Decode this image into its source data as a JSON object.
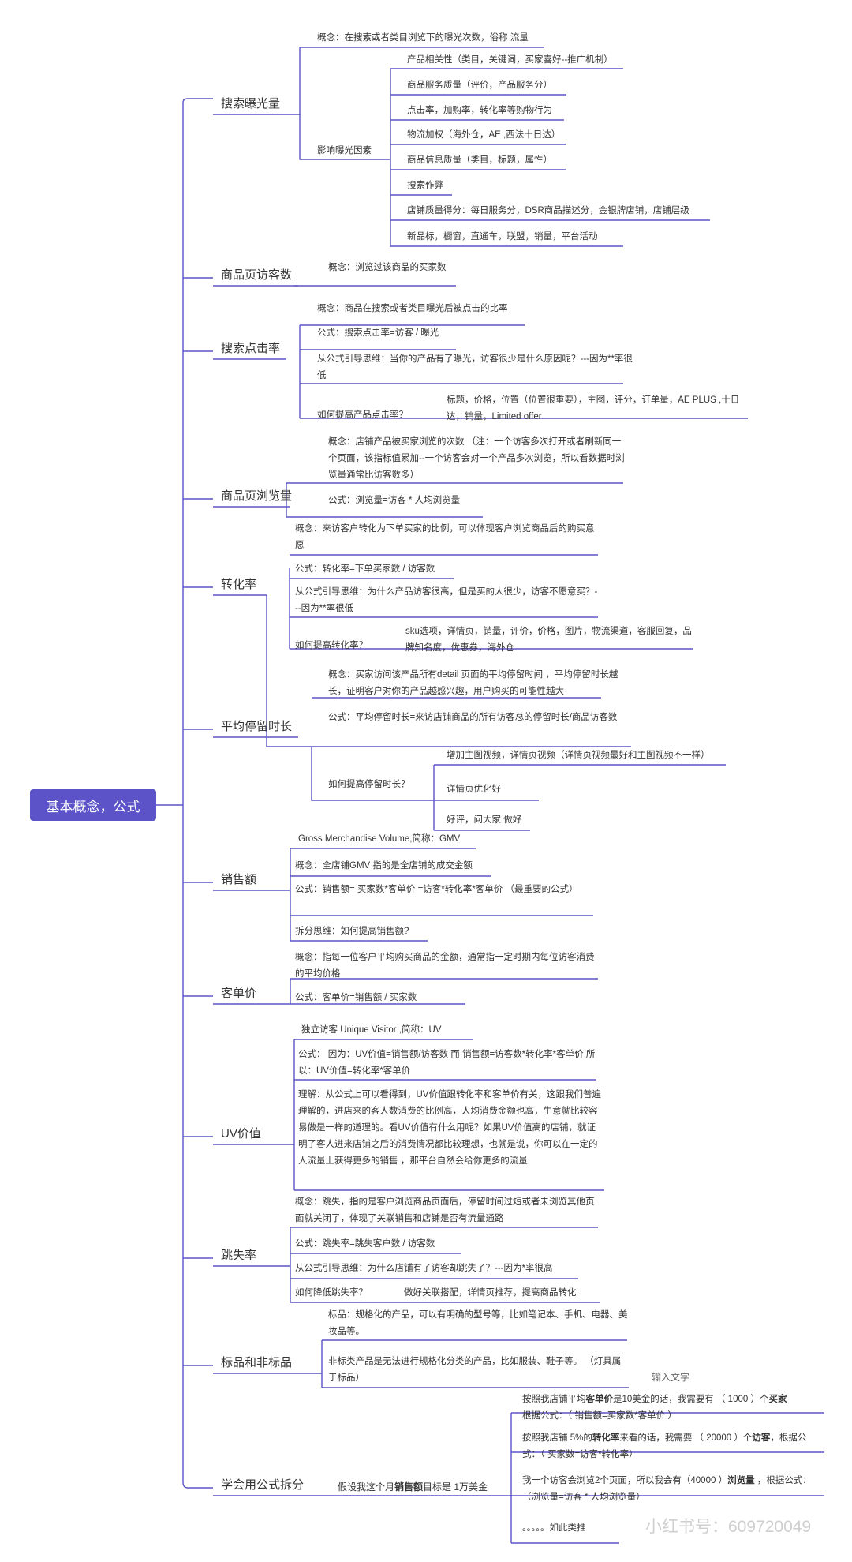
{
  "root": {
    "label": "基本概念，公式"
  },
  "branches": {
    "b1": "搜索曝光量",
    "b2": "商品页访客数",
    "b3": "搜索点击率",
    "b4": "商品页浏览量",
    "b5": "转化率",
    "b6": "平均停留时长",
    "b7": "销售额",
    "b8": "客单价",
    "b9": "UV价值",
    "b10": "跳失率",
    "b11": "标品和非标品",
    "b12": "学会用公式拆分"
  },
  "nodes": {
    "n1": "概念：在搜索或者类目浏览下的曝光次数，俗称 流量",
    "n2": "影响曝光因素",
    "n3": "产品相关性（类目，关键词，买家喜好--推广机制）",
    "n4": "商品服务质量（评价，产品服务分）",
    "n5": "点击率，加购率，转化率等购物行为",
    "n6": "物流加权（海外仓，AE ,西法十日达）",
    "n7": "商品信息质量（类目，标题，属性）",
    "n8": "搜索作弊",
    "n9": "店铺质量得分：每日服务分，DSR商品描述分，金银牌店铺，店铺层级",
    "n10": "新品标，橱窗，直通车，联盟，销量，平台活动",
    "n11": "概念：浏览过该商品的买家数",
    "n12": "概念：商品在搜索或者类目曝光后被点击的比率",
    "n13": "公式：搜索点击率=访客 / 曝光",
    "n14": "从公式引导思维：当你的产品有了曝光，访客很少是什么原因呢？---因为**率很低",
    "n15": "如何提高产品点击率？",
    "n16": "标题，价格，位置（位置很重要），主图，评分，订单量，AE PLUS ,十日达，销量，Limited offer",
    "n17": "概念：店铺产品被买家浏览的次数 （注：一个访客多次打开或者刷新同一个页面，该指标值累加--一个访客会对一个产品多次浏览，所以看数据时浏览量通常比访客数多）",
    "n18": "公式：浏览量=访客 * 人均浏览量",
    "n19": "概念：来访客户转化为下单买家的比例，可以体现客户浏览商品后的购买意愿",
    "n20": "公式：转化率=下单买家数 / 访客数",
    "n21": "从公式引导思维：为什么产品访客很高，但是买的人很少，访客不愿意买？---因为**率很低",
    "n22": "如何提高转化率？",
    "n23": "sku选项，详情页，销量，评价，价格，图片，物流渠道，客服回复，品牌知名度，优惠券，海外仓",
    "n24": "概念：买家访问该产品所有detail 页面的平均停留时间 ，平均停留时长越长，证明客户对你的产品越感兴趣，用户购买的可能性越大",
    "n25": "公式：平均停留时长=来访店铺商品的所有访客总的停留时长/商品访客数",
    "n26": "如何提高停留时长？",
    "n27": "增加主图视频，详情页视频（详情页视频最好和主图视频不一样）",
    "n28": "详情页优化好",
    "n29": "好评，问大家 做好",
    "n30": "Gross Merchandise Volume,简称：GMV",
    "n31": "概念：全店铺GMV 指的是全店铺的成交金额",
    "n32": "公式：销售额= 买家数*客单价 =访客*转化率*客单价 （最重要的公式）",
    "n33": "拆分思维：如何提高销售额?",
    "n34": "概念：指每一位客户平均购买商品的金额，通常指一定时期内每位访客消费的平均价格",
    "n35": "公式：客单价=销售额 / 买家数",
    "n36": "独立访客 Unique Visitor ,简称：UV",
    "n37": "公式： 因为：UV价值=销售额/访客数 而 销售额=访客数*转化率*客单价 所以：UV价值=转化率*客单价",
    "n38": "理解：从公式上可以看得到，UV价值跟转化率和客单价有关，这跟我们普遍理解的，进店来的客人数消费的比例高，人均消费金额也高，生意就比较容易做是一样的道理的。看UV价值有什么用呢？如果UV价值高的店铺，就证明了客人进来店铺之后的消费情况都比较理想，也就是说，你可以在一定的人流量上获得更多的销售 ，那平台自然会给你更多的流量",
    "n39": "概念：跳失，指的是客户浏览商品页面后，停留时间过短或者未浏览其他页面就关闭了，体现了关联销售和店铺是否有流量通路",
    "n40": "公式：跳失率=跳失客户数 / 访客数",
    "n41": "从公式引导思维：为什么店铺有了访客却跳失了？---因为*率很高",
    "n42": "如何降低跳失率？",
    "n43": "做好关联搭配，详情页推荐，提高商品转化",
    "n44": "标品：规格化的产品，可以有明确的型号等，比如笔记本、手机、电器、美妆品等。",
    "n45": "非标类产品是无法进行规格化分类的产品，比如服装、鞋子等。 （灯具属于标品）",
    "n46a": "假设我这个月",
    "n46b": "销售额",
    "n46c": "目标是 1万美金",
    "n47a": "按照我店铺平均",
    "n47b": "客单价",
    "n47c": "是10美金的话，我需要有 （ 1000 ）个",
    "n47d": "买家",
    "n47e": "根据公式：（ 销售额=买家数*客单价 ）",
    "n48a": "按照我店铺 5%的",
    "n48b": "转化率",
    "n48c": "来看的话，我需要 （ 20000 ）个",
    "n48d": "访客",
    "n48e": "，根据公式：（ 买家数=访客*转化率）",
    "n49a": "我一个访客会浏览2个页面，所以我会有（40000 ）",
    "n49b": "浏览量",
    "n49c": " ，根据公式：（浏览量=访客 * 人均浏览量）",
    "n50": "。。。。。如此类推"
  },
  "watermark": "小红书号：609720049",
  "hint": "输入文字",
  "line_color": "#5b53c7"
}
